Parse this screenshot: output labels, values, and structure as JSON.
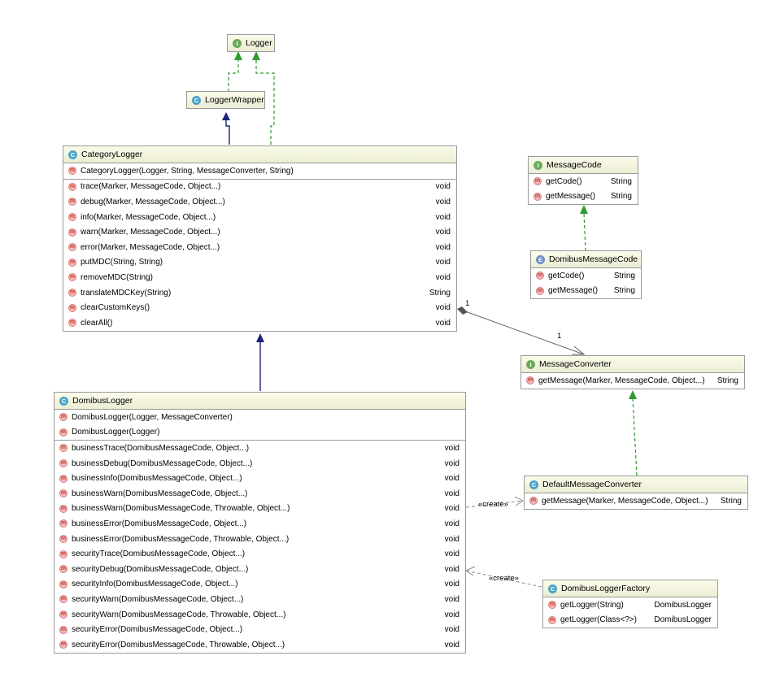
{
  "classes": {
    "logger": {
      "kind": "I",
      "name": "Logger"
    },
    "logger_wrapper": {
      "kind": "C",
      "name": "LoggerWrapper"
    },
    "category_logger": {
      "kind": "C",
      "name": "CategoryLogger",
      "constructors": [
        {
          "name": "CategoryLogger(Logger, String, MessageConverter, String)",
          "type": ""
        }
      ],
      "methods": [
        {
          "name": "trace(Marker, MessageCode, Object...)",
          "type": "void"
        },
        {
          "name": "debug(Marker, MessageCode, Object...)",
          "type": "void"
        },
        {
          "name": "info(Marker, MessageCode, Object...)",
          "type": "void"
        },
        {
          "name": "warn(Marker, MessageCode, Object...)",
          "type": "void"
        },
        {
          "name": "error(Marker, MessageCode, Object...)",
          "type": "void"
        },
        {
          "name": "putMDC(String, String)",
          "type": "void"
        },
        {
          "name": "removeMDC(String)",
          "type": "void"
        },
        {
          "name": "translateMDCKey(String)",
          "type": "String"
        },
        {
          "name": "clearCustomKeys()",
          "type": "void"
        },
        {
          "name": "clearAll()",
          "type": "void"
        }
      ]
    },
    "message_code": {
      "kind": "I",
      "name": "MessageCode",
      "methods": [
        {
          "name": "getCode()",
          "type": "String"
        },
        {
          "name": "getMessage()",
          "type": "String"
        }
      ]
    },
    "domibus_message_code": {
      "kind": "E",
      "name": "DomibusMessageCode",
      "methods": [
        {
          "name": "getCode()",
          "type": "String"
        },
        {
          "name": "getMessage()",
          "type": "String"
        }
      ]
    },
    "message_converter": {
      "kind": "I",
      "name": "MessageConverter",
      "methods": [
        {
          "name": "getMessage(Marker, MessageCode, Object...)",
          "type": "String"
        }
      ]
    },
    "domibus_logger": {
      "kind": "C",
      "name": "DomibusLogger",
      "constructors": [
        {
          "name": "DomibusLogger(Logger, MessageConverter)",
          "type": ""
        },
        {
          "name": "DomibusLogger(Logger)",
          "type": ""
        }
      ],
      "methods": [
        {
          "name": "businessTrace(DomibusMessageCode, Object...)",
          "type": "void"
        },
        {
          "name": "businessDebug(DomibusMessageCode, Object...)",
          "type": "void"
        },
        {
          "name": "businessInfo(DomibusMessageCode, Object...)",
          "type": "void"
        },
        {
          "name": "businessWarn(DomibusMessageCode, Object...)",
          "type": "void"
        },
        {
          "name": "businessWarn(DomibusMessageCode, Throwable, Object...)",
          "type": "void"
        },
        {
          "name": "businessError(DomibusMessageCode, Object...)",
          "type": "void"
        },
        {
          "name": "businessError(DomibusMessageCode, Throwable, Object...)",
          "type": "void"
        },
        {
          "name": "securityTrace(DomibusMessageCode, Object...)",
          "type": "void"
        },
        {
          "name": "securityDebug(DomibusMessageCode, Object...)",
          "type": "void"
        },
        {
          "name": "securityInfo(DomibusMessageCode, Object...)",
          "type": "void"
        },
        {
          "name": "securityWarn(DomibusMessageCode, Object...)",
          "type": "void"
        },
        {
          "name": "securityWarn(DomibusMessageCode, Throwable, Object...)",
          "type": "void"
        },
        {
          "name": "securityError(DomibusMessageCode, Object...)",
          "type": "void"
        },
        {
          "name": "securityError(DomibusMessageCode, Throwable, Object...)",
          "type": "void"
        }
      ]
    },
    "default_message_converter": {
      "kind": "C",
      "name": "DefaultMessageConverter",
      "methods": [
        {
          "name": "getMessage(Marker, MessageCode, Object...)",
          "type": "String"
        }
      ]
    },
    "domibus_logger_factory": {
      "kind": "C",
      "name": "DomibusLoggerFactory",
      "methods": [
        {
          "name": "getLogger(String)",
          "type": "DomibusLogger"
        },
        {
          "name": "getLogger(Class<?>)",
          "type": "DomibusLogger"
        }
      ]
    }
  },
  "labels": {
    "mult_source": "1",
    "mult_target": "1",
    "create_1": "«create»",
    "create_2": "«create»"
  },
  "colors": {
    "inherit": "#1a237e",
    "implement": "#2e9a2e",
    "assoc": "#666666",
    "dep": "#888888"
  }
}
